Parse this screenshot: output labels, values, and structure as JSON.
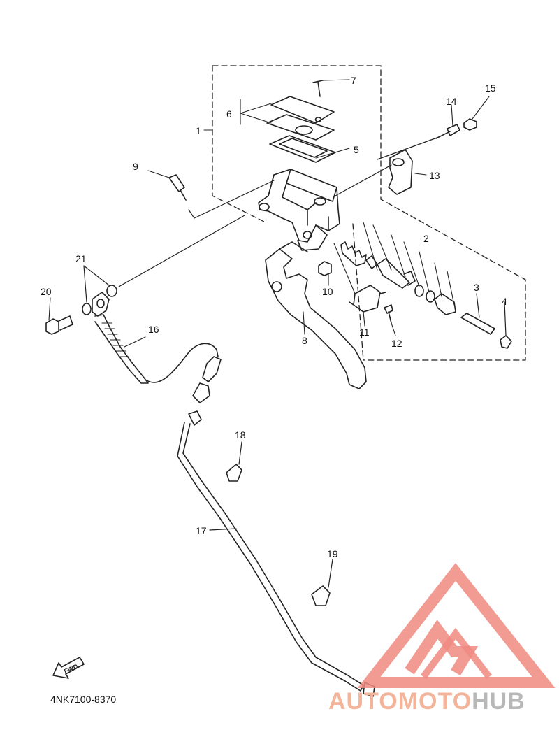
{
  "diagram": {
    "callouts": [
      {
        "id": "1",
        "label": "1"
      },
      {
        "id": "2",
        "label": "2"
      },
      {
        "id": "3",
        "label": "3"
      },
      {
        "id": "4",
        "label": "4"
      },
      {
        "id": "5",
        "label": "5"
      },
      {
        "id": "6",
        "label": "6"
      },
      {
        "id": "7",
        "label": "7"
      },
      {
        "id": "8",
        "label": "8"
      },
      {
        "id": "9",
        "label": "9"
      },
      {
        "id": "10",
        "label": "10"
      },
      {
        "id": "11",
        "label": "11"
      },
      {
        "id": "12",
        "label": "12"
      },
      {
        "id": "13",
        "label": "13"
      },
      {
        "id": "14",
        "label": "14"
      },
      {
        "id": "15",
        "label": "15"
      },
      {
        "id": "16",
        "label": "16"
      },
      {
        "id": "17",
        "label": "17"
      },
      {
        "id": "18",
        "label": "18"
      },
      {
        "id": "19",
        "label": "19"
      },
      {
        "id": "20",
        "label": "20"
      },
      {
        "id": "21",
        "label": "21"
      }
    ],
    "part_code": "4NK7100-8370",
    "fwd_label": "FWD"
  },
  "watermark": {
    "brand_part1": "AUTOMOTO",
    "brand_part2": "HUB",
    "colors": {
      "triangle": "#f08a80",
      "text_light": "#f4b49a",
      "text_grey": "#b8b8b8"
    }
  }
}
